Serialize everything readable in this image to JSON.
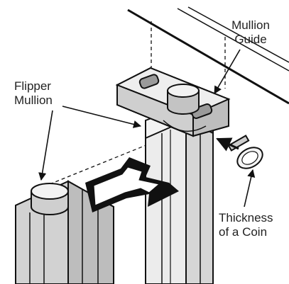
{
  "labels": {
    "mullion_guide": [
      "Mullion",
      "Guide"
    ],
    "flipper_mullion": [
      "Flipper",
      "Mullion"
    ],
    "coin": [
      "Thickness",
      "of a Coin"
    ]
  },
  "colors": {
    "ink": "#111111",
    "text": "#222222",
    "light": "#e6e6e6",
    "mid": "#c9c9c9",
    "dark": "#9a9a9a"
  }
}
